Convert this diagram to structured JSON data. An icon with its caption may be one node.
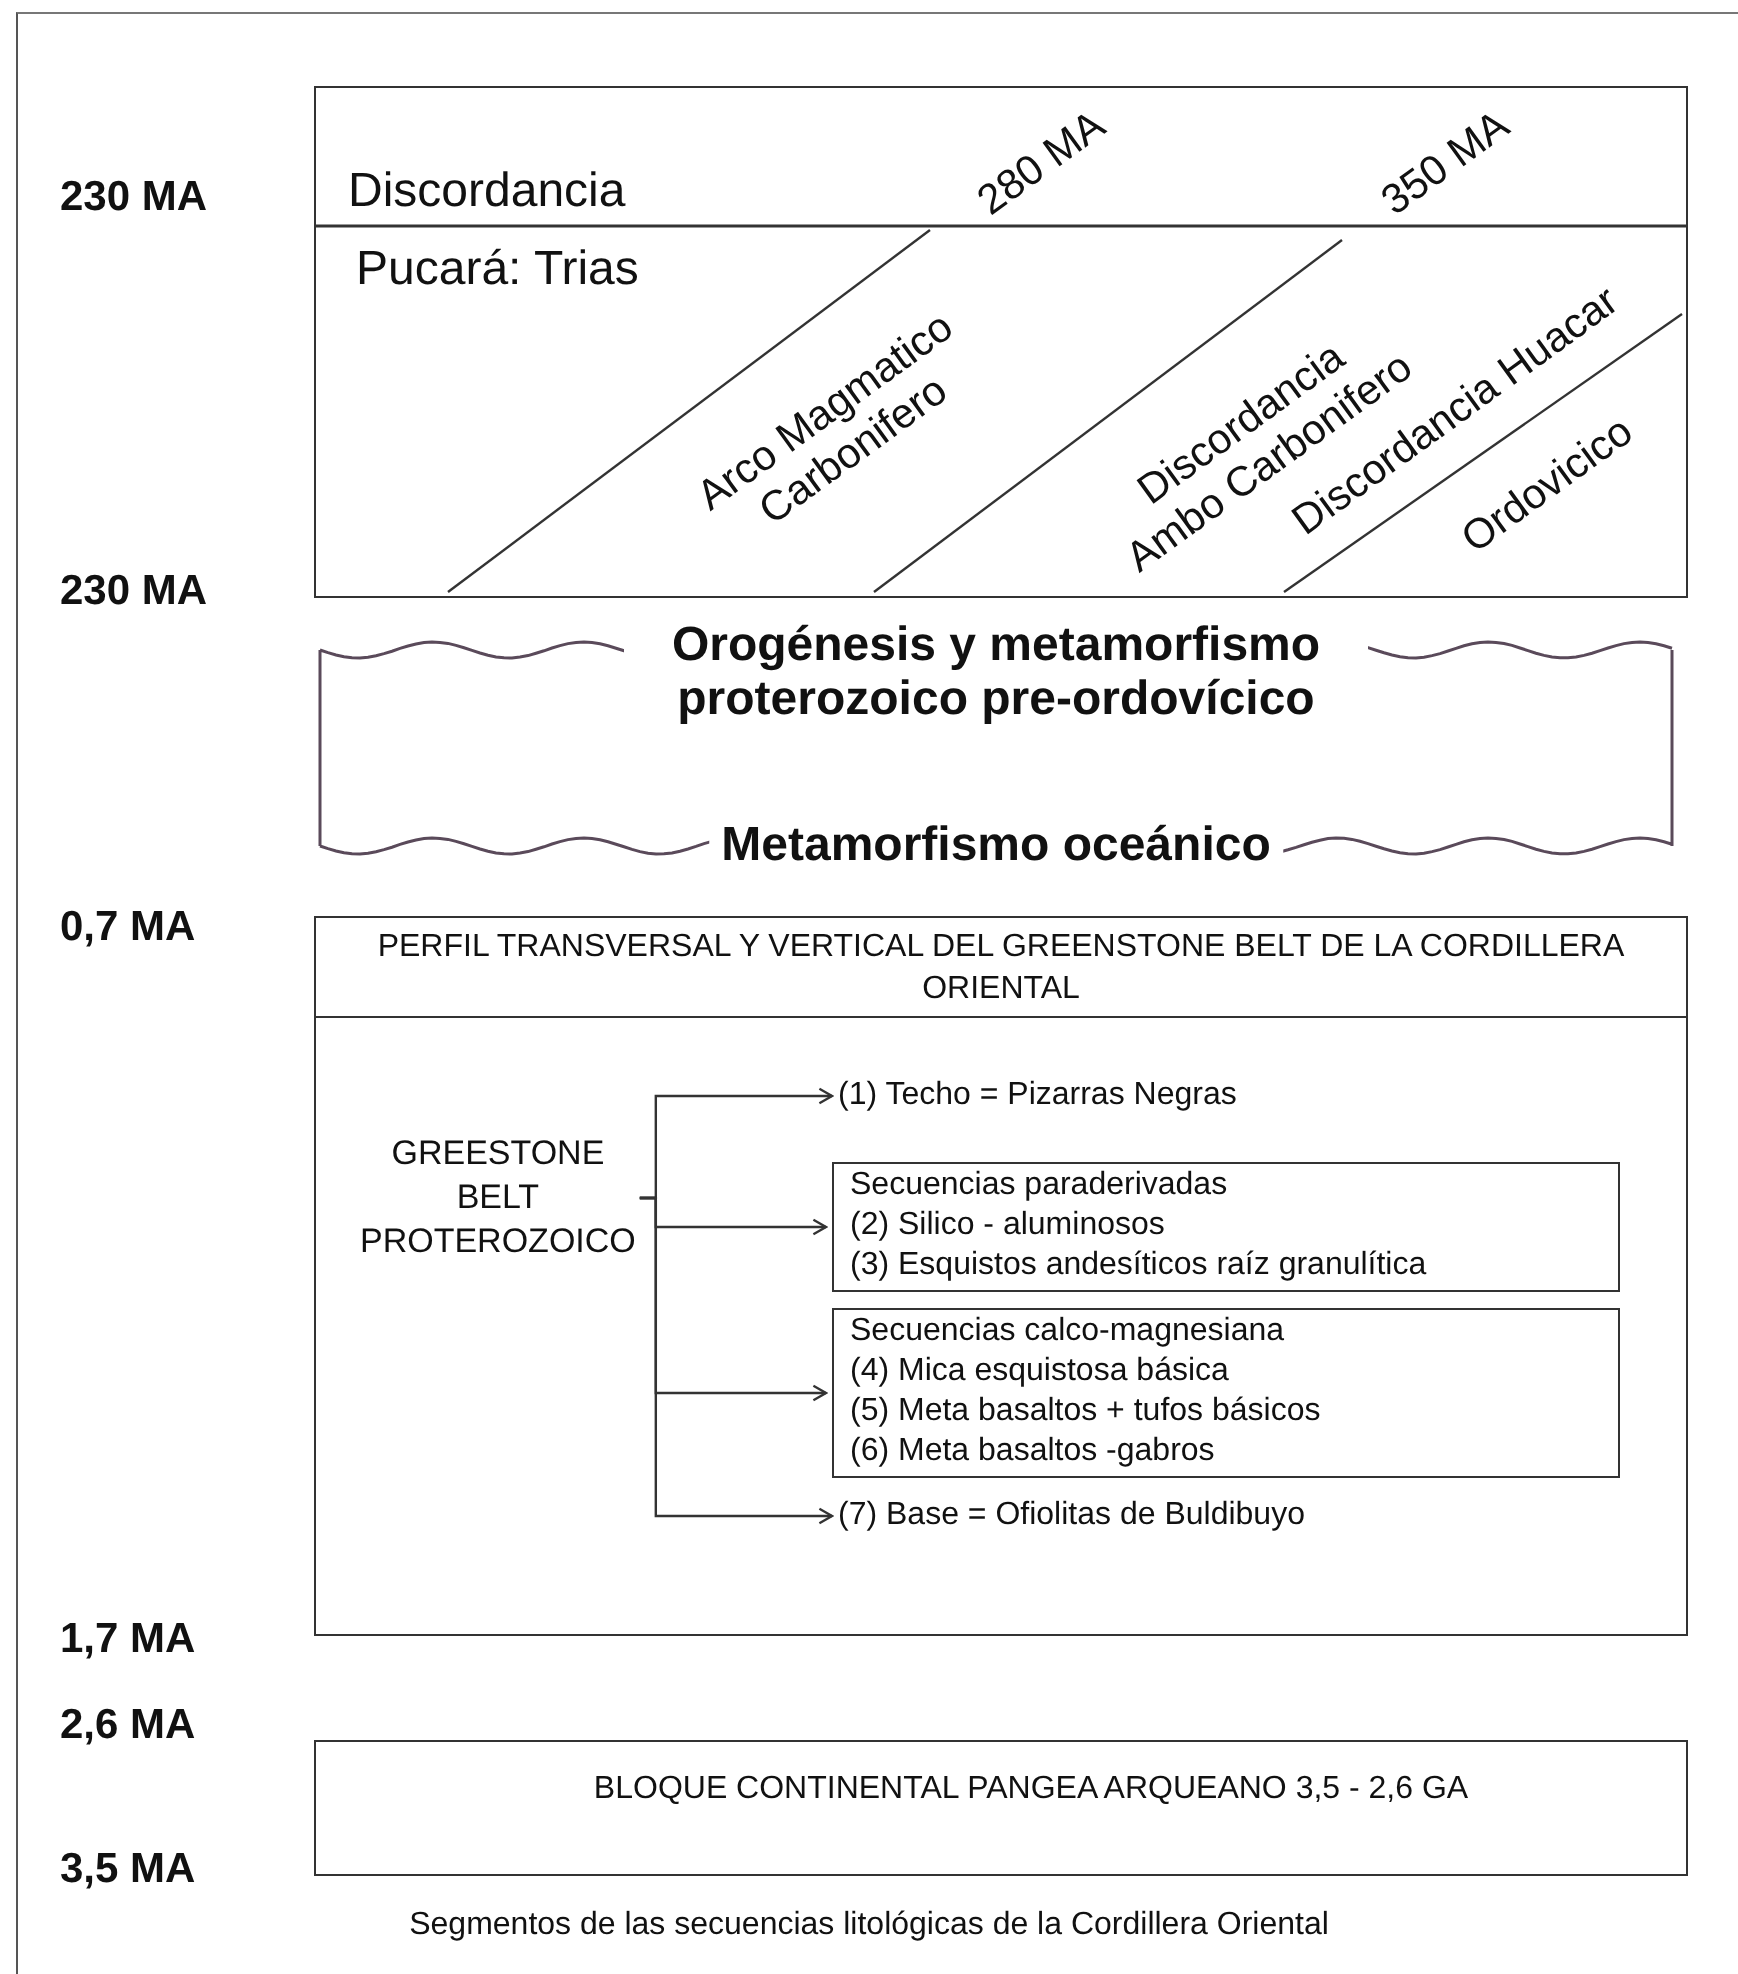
{
  "diagram": {
    "caption": "Segmentos de las secuencias litológicas de la Cordillera Oriental",
    "nodes": [
      {
        "text": [
          "Discordancia",
          "Pucará: Trias",
          "280 MA",
          "350 MA",
          "Arco Magmatico Carbonifero",
          "Discordancia Ambo Carbonifero",
          "Discordancia Huacar",
          "Ordovicico"
        ]
      },
      {
        "text": [
          "Orogénesis y metamorfismo proterozoico pre-ordovícico",
          "Metamorfismo oceánico"
        ]
      },
      {
        "text": [
          "PERFIL TRANSVERSAL Y VERTICAL DEL GREENSTONE BELT DE LA CORDILLERA ORIENTAL"
        ]
      },
      {
        "text": [
          "GREESTONE BELT PROTEROZOICO"
        ],
        "in": 2
      },
      {
        "text": [
          "(1) Techo = Pizarras Negras"
        ],
        "in": 2
      },
      {
        "text": [
          "Secuencias paraderivadas",
          "(2) Silico - aluminosos",
          "(3) Esquistos andesíticos raíz granulítica"
        ],
        "in": 2
      },
      {
        "text": [
          "Secuencias calco-magnesiana",
          "(4) Mica esquistosa básica",
          "(5) Meta basaltos + tufos básicos",
          "(6) Meta basaltos -gabros"
        ],
        "in": 2
      },
      {
        "text": [
          "(7) Base = Ofiolitas de Buldibuyo"
        ],
        "in": 2
      },
      {
        "text": [
          "BLOQUE CONTINENTAL PANGEA ARQUEANO 3,5 - 2,6 GA"
        ]
      }
    ],
    "edges": [
      {
        "from": 3,
        "to": 4,
        "arrow": "to"
      },
      {
        "from": 3,
        "to": 5,
        "arrow": "to"
      },
      {
        "from": 3,
        "to": 6,
        "arrow": "to"
      },
      {
        "from": 3,
        "to": 7,
        "arrow": "to"
      }
    ],
    "labels": [
      "230 MA",
      "230 MA",
      "0,7 MA",
      "1,7 MA",
      "2,6 MA",
      "3,5 MA"
    ]
  }
}
